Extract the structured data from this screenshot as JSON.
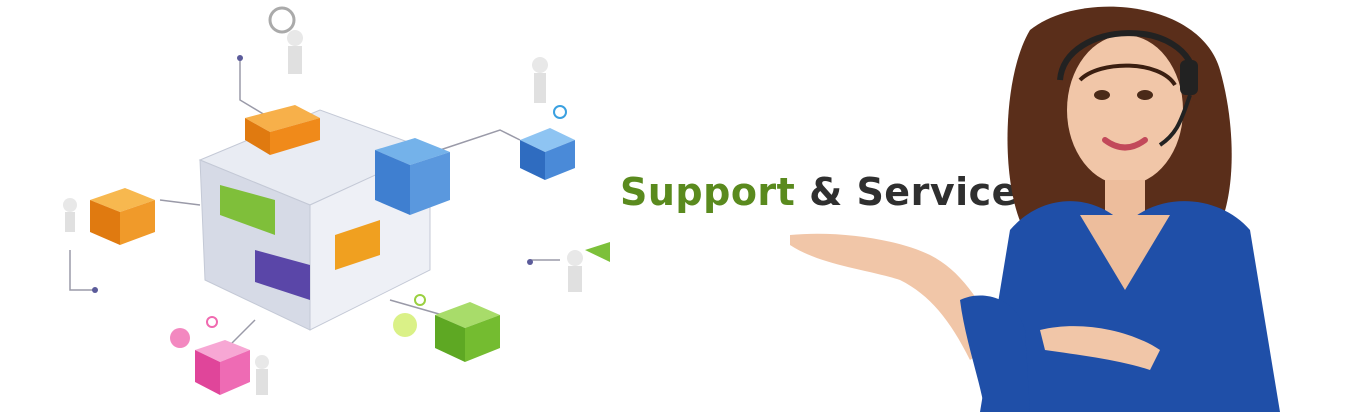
{
  "banner": {
    "headline_word1": "Support",
    "headline_rest": " & Service"
  },
  "colors": {
    "headline_accent": "#5a8a1e",
    "headline_text": "#2f2f2f",
    "blouse": "#1f4fa8",
    "hair": "#5a2e1a"
  },
  "icons": [
    "magnifier-figure",
    "mail-figure",
    "megaphone-figure",
    "phone-figure",
    "document-figure",
    "pink-box-figure",
    "headset-icon"
  ]
}
